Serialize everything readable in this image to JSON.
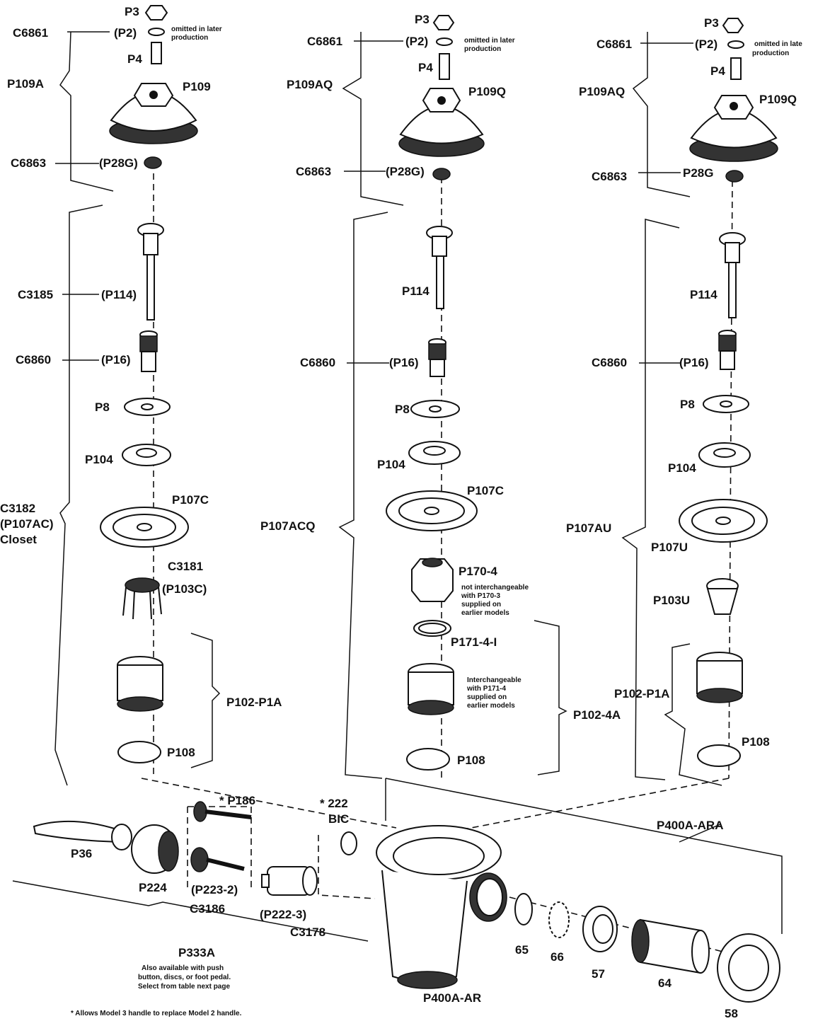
{
  "columns": [
    {
      "id": "left",
      "assembly_label": "P109A",
      "cap": "P3",
      "washer_group": "C6861",
      "washer": "(P2)",
      "omit_note": [
        "omitted in later",
        "production"
      ],
      "screw": "P4",
      "cover": "P109",
      "seat_group": "C6863",
      "seat": "(P28G)",
      "plunger_group": "C3185",
      "plunger": "(P114)",
      "sleeve_group": "C6860",
      "sleeve": "(P16)",
      "washer2": "P8",
      "disc": "P104",
      "diaphragm": "P107C",
      "assembly2": [
        "C3182",
        "(P107AC)",
        "Closet"
      ],
      "guide_group": "C3181",
      "guide": "(P103C)",
      "body_group": "P102-P1A",
      "oring": "P108"
    },
    {
      "id": "middle",
      "assembly_label": "P109AQ",
      "cap": "P3",
      "washer_group": "C6861",
      "washer": "(P2)",
      "omit_note": [
        "omitted in later",
        "production"
      ],
      "screw": "P4",
      "cover": "P109Q",
      "seat_group": "C6863",
      "seat": "(P28G)",
      "plunger": "P114",
      "sleeve_group": "C6860",
      "sleeve": "(P16)",
      "washer2": "P8",
      "disc": "P104",
      "diaphragm": "P107C",
      "assembly2": "P107ACQ",
      "guide": "P170-4",
      "guide_note": [
        "not interchangeable",
        "with P170-3",
        "supplied on",
        "earlier models"
      ],
      "ring": "P171-4-I",
      "ring_note": [
        "Interchangeable",
        "with P171-4",
        "supplied on",
        "earlier models"
      ],
      "body_group": "P102-4A",
      "oring": "P108"
    },
    {
      "id": "right",
      "assembly_label": "P109AQ",
      "cap": "P3",
      "washer_group": "C6861",
      "washer": "(P2)",
      "omit_note": [
        "omitted in late",
        "production"
      ],
      "screw": "P4",
      "cover": "P109Q",
      "seat_group": "C6863",
      "seat": "P28G",
      "plunger": "P114",
      "sleeve_group": "C6860",
      "sleeve": "(P16)",
      "washer2": "P8",
      "disc": "P104",
      "assembly2": "P107AU",
      "diaphragm": "P107U",
      "guide": "P103U",
      "body_group": "P102-P1A",
      "oring": "P108"
    }
  ],
  "bottom": {
    "handle": "P36",
    "socket": "P224",
    "bushing_group": "C3186",
    "bushing": "(P223-2)",
    "plunger_ext": "* P186",
    "bic_top": "* 222",
    "bic_bottom": "BIC",
    "coupling": "(P222-3)",
    "coupling_group": "C3178",
    "handle_group": "P333A",
    "handle_note": [
      "Also available with push",
      "button, discs, or foot pedal.",
      "Select from table next page"
    ],
    "valve_group": "P400A-ARA",
    "valve_body": "P400A-AR",
    "p65": "65",
    "p66": "66",
    "p57": "57",
    "p64": "64",
    "p58": "58",
    "footnote": "* Allows Model 3 handle to replace Model 2 handle."
  }
}
